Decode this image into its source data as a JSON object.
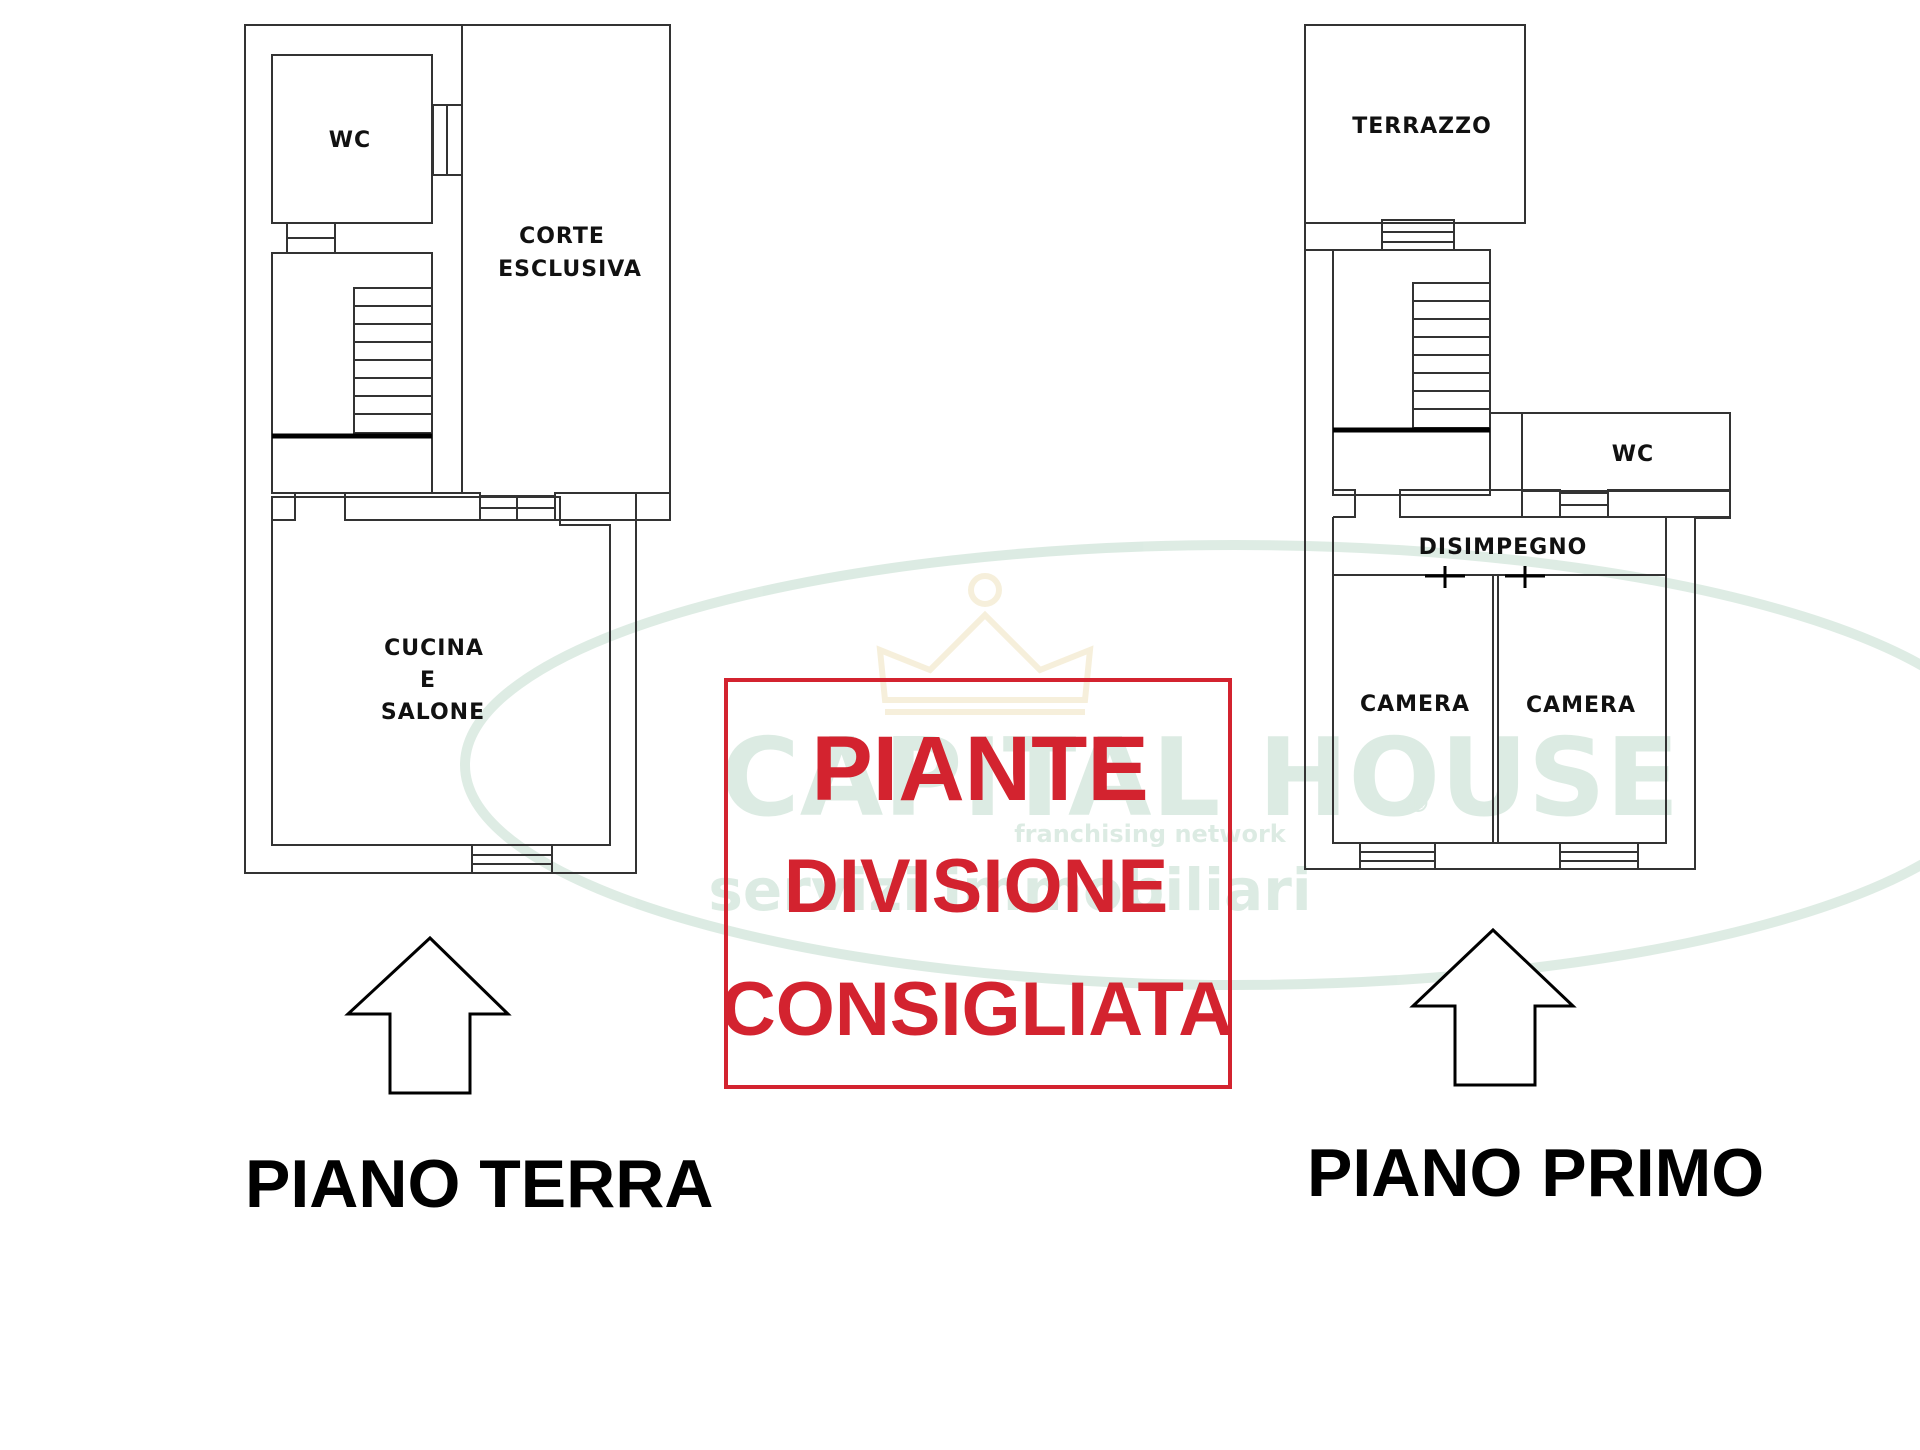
{
  "ground_floor": {
    "title": "PIANO TERRA",
    "rooms": {
      "wc": "WC",
      "corte_line1": "CORTE",
      "corte_line2": "ESCLUSIVA",
      "cucina_line1": "CUCINA",
      "cucina_line2": "E",
      "cucina_line3": "SALONE"
    }
  },
  "first_floor": {
    "title": "PIANO PRIMO",
    "rooms": {
      "terrazzo": "TERRAZZO",
      "wc": "WC",
      "disimpegno": "DISIMPEGNO",
      "camera_left": "CAMERA",
      "camera_right": "CAMERA"
    }
  },
  "notice": {
    "line1": "PIANTE",
    "line2": "DIVISIONE",
    "line3": "CONSIGLIATA",
    "color": "#d3232f"
  },
  "watermark": {
    "brand": "CAPITAL HOUSE",
    "registered": "®",
    "network": "franchising network",
    "tagline": "servizi immobiliari",
    "color": "#2f8a55"
  },
  "icons": [
    "up-arrow-icon",
    "crown-logo-icon"
  ]
}
